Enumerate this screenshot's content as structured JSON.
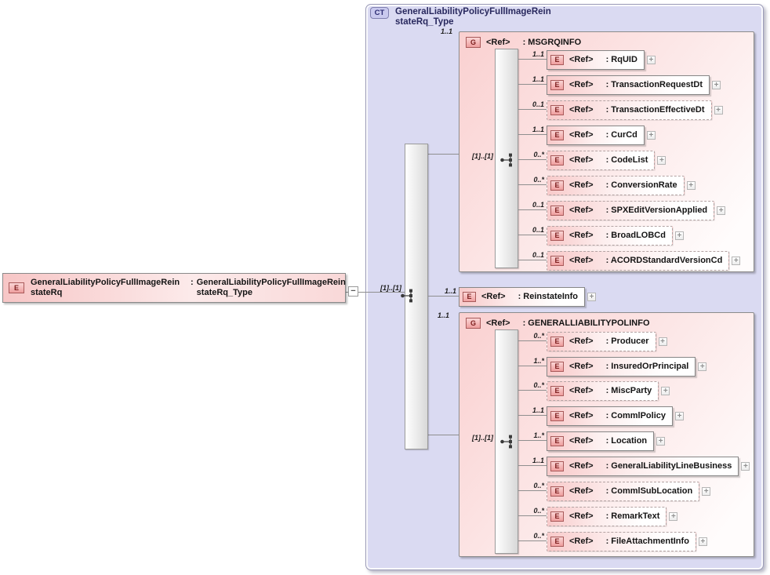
{
  "glyphs": {
    "expand": "+",
    "collapse": "−"
  },
  "root_element": {
    "badge": "E",
    "name": "GeneralLiabilityPolicyFullImageRein\nstateRq",
    "separator": ":",
    "type": "GeneralLiabilityPolicyFullImageRein\nstateRq_Type"
  },
  "complex_type": {
    "badge": "CT",
    "title": "GeneralLiabilityPolicyFullImageRein\nstateRq_Type",
    "occurrence": "[1]..[1]",
    "children": {
      "msgrqinfo": {
        "cardinality": "1..1",
        "badge": "G",
        "ref": "<Ref>",
        "name": ": MSGRQINFO",
        "occurrence": "[1]..[1]",
        "items": [
          {
            "cardinality": "1..1",
            "badge": "E",
            "ref": "<Ref>",
            "name": ": RqUID"
          },
          {
            "cardinality": "1..1",
            "badge": "E",
            "ref": "<Ref>",
            "name": ": TransactionRequestDt"
          },
          {
            "cardinality": "0..1",
            "badge": "E",
            "ref": "<Ref>",
            "name": ": TransactionEffectiveDt"
          },
          {
            "cardinality": "1..1",
            "badge": "E",
            "ref": "<Ref>",
            "name": ": CurCd"
          },
          {
            "cardinality": "0..*",
            "badge": "E",
            "ref": "<Ref>",
            "name": ": CodeList"
          },
          {
            "cardinality": "0..*",
            "badge": "E",
            "ref": "<Ref>",
            "name": ": ConversionRate"
          },
          {
            "cardinality": "0..1",
            "badge": "E",
            "ref": "<Ref>",
            "name": ": SPXEditVersionApplied"
          },
          {
            "cardinality": "0..1",
            "badge": "E",
            "ref": "<Ref>",
            "name": ": BroadLOBCd"
          },
          {
            "cardinality": "0..1",
            "badge": "E",
            "ref": "<Ref>",
            "name": ": ACORDStandardVersionCd"
          }
        ]
      },
      "reinstateinfo": {
        "cardinality": "1..1",
        "badge": "E",
        "ref": "<Ref>",
        "name": ": ReinstateInfo"
      },
      "polinfo": {
        "cardinality": "1..1",
        "badge": "G",
        "ref": "<Ref>",
        "name": ": GENERALLIABILITYPOLINFO",
        "occurrence": "[1]..[1]",
        "items": [
          {
            "cardinality": "0..*",
            "badge": "E",
            "ref": "<Ref>",
            "name": ": Producer"
          },
          {
            "cardinality": "1..*",
            "badge": "E",
            "ref": "<Ref>",
            "name": ": InsuredOrPrincipal"
          },
          {
            "cardinality": "0..*",
            "badge": "E",
            "ref": "<Ref>",
            "name": ": MiscParty"
          },
          {
            "cardinality": "1..1",
            "badge": "E",
            "ref": "<Ref>",
            "name": ": CommlPolicy"
          },
          {
            "cardinality": "1..*",
            "badge": "E",
            "ref": "<Ref>",
            "name": ": Location"
          },
          {
            "cardinality": "1..1",
            "badge": "E",
            "ref": "<Ref>",
            "name": ": GeneralLiabilityLineBusiness"
          },
          {
            "cardinality": "0..*",
            "badge": "E",
            "ref": "<Ref>",
            "name": ": CommlSubLocation"
          },
          {
            "cardinality": "0..*",
            "badge": "E",
            "ref": "<Ref>",
            "name": ": RemarkText"
          },
          {
            "cardinality": "0..*",
            "badge": "E",
            "ref": "<Ref>",
            "name": ": FileAttachmentInfo"
          }
        ]
      }
    }
  }
}
